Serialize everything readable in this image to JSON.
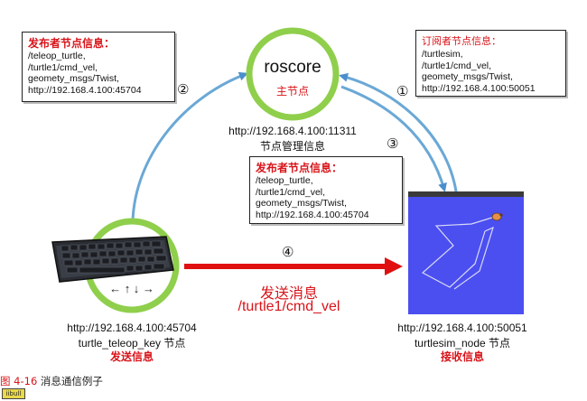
{
  "roscore": {
    "label": "roscore",
    "sublabel": "主节点",
    "url": "http://192.168.4.100:11311",
    "desc": "节点管理信息"
  },
  "note_publisher_top": {
    "title": "发布者节点信息：",
    "lines": [
      "/teleop_turtle,",
      "/turtle1/cmd_vel,",
      "geomety_msgs/Twist,",
      "http://192.168.4.100:45704"
    ]
  },
  "note_subscriber": {
    "title": "订阅者节点信息：",
    "lines": [
      "/turtlesim,",
      "/turtle1/cmd_vel,",
      "geomety_msgs/Twist,",
      "http://192.168.4.100:50051"
    ]
  },
  "note_publisher_mid": {
    "title": "发布者节点信息：",
    "lines": [
      "/teleop_turtle,",
      "/turtle1/cmd_vel,",
      "geomety_msgs/Twist,",
      "http://192.168.4.100:45704"
    ]
  },
  "steps": {
    "one": "①",
    "two": "②",
    "three": "③",
    "four": "④"
  },
  "keyboard_node": {
    "arrows": "← ↑ ↓ →",
    "url": "http://192.168.4.100:45704",
    "name": "turtle_teleop_key 节点",
    "action": "发送信息"
  },
  "turtlesim_node": {
    "url": "http://192.168.4.100:50051",
    "name": "turtlesim_node 节点",
    "action": "接收信息"
  },
  "message": {
    "label": "发送消息",
    "topic": "/turtle1/cmd_vel"
  },
  "caption": {
    "fig": "图 4-16",
    "text": " 消息通信例子"
  },
  "badge": "iibull",
  "colors": {
    "node_ring": "#8fcf4c",
    "arrow_blue": "#6aa8d6",
    "arrow_red": "#e01010",
    "accent_red": "#d8141a",
    "turtlesim_bg": "#4b4ff0"
  }
}
